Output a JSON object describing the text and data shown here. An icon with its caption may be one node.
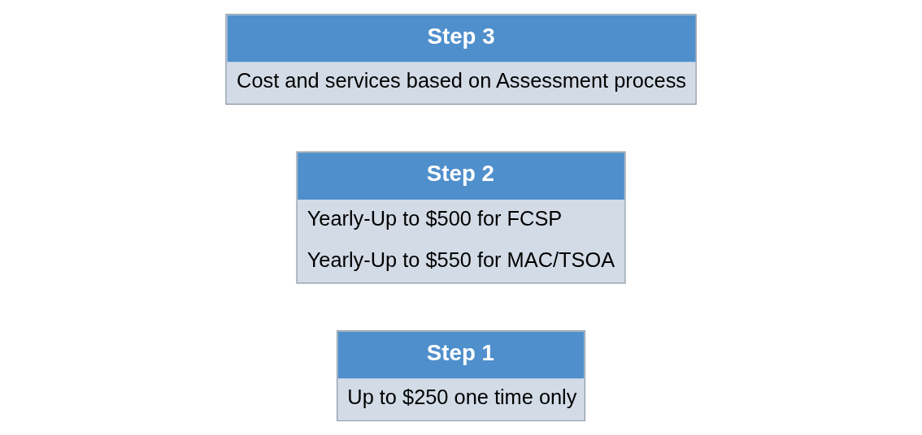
{
  "diagram": {
    "nodes": [
      {
        "text": [
          "Step 1",
          "Up to $250 one time only"
        ]
      },
      {
        "text": [
          "Step 2",
          "Yearly-Up to $500 for FCSP",
          "Yearly-Up to $550 for MAC/TSOA"
        ]
      },
      {
        "text": [
          "Step 3",
          "Cost and services based on Assessment process"
        ]
      }
    ]
  }
}
